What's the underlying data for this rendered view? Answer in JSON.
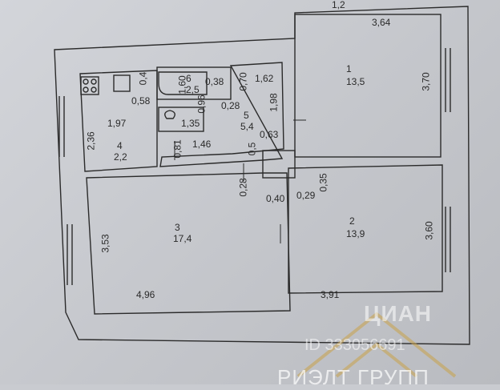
{
  "rooms": [
    {
      "number": "1",
      "area": "13,5"
    },
    {
      "number": "2",
      "area": "13,9"
    },
    {
      "number": "3",
      "area": "17,4"
    },
    {
      "number": "4",
      "area": "2,2"
    },
    {
      "number": "5",
      "area": "5,4"
    },
    {
      "number": "6",
      "area": "2,5"
    }
  ],
  "dimensions": {
    "top_frag": "1,2",
    "room1_width": "3,64",
    "room1_height": "3,70",
    "corridor_width": "1,62",
    "bath_width": "0,38",
    "bath_depth": "1,60",
    "bath_side": "0,70",
    "k_04": "0,4",
    "k_058": "0,58",
    "k_197": "1,97",
    "k_236": "2,36",
    "k_096": "0,96",
    "k_028a": "0,28",
    "k_135": "1,35",
    "k_198": "1,98",
    "k_063": "0,63",
    "k_081": "0,81",
    "k_146": "1,46",
    "k_05": "0,5",
    "d_035": "0,35",
    "d_028b": "0,28",
    "d_040": "0,40",
    "d_029": "0,29",
    "room2_height": "3,60",
    "room3_height": "3,53",
    "room3_width": "4,96",
    "room2_width": "3,91"
  },
  "watermark": {
    "brand": "ЦИАН",
    "listing_id": "ID 333056691",
    "agency": "РИЭЛТ ГРУПП"
  },
  "colors": {
    "line": "#2b2b2b",
    "paper": "#cfd1d6",
    "watermark_gold": "#c9a24a"
  }
}
